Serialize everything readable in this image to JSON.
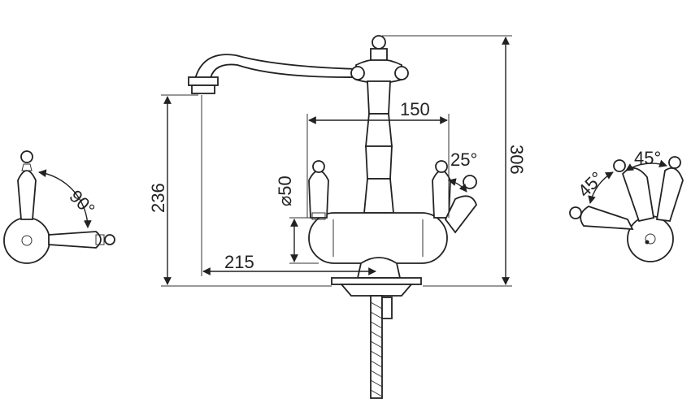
{
  "dimensions": {
    "width_150": "150",
    "height_306": "306",
    "height_236": "236",
    "reach_215": "215",
    "diameter_50": "⌀50",
    "angle_25": "25°",
    "angle_90": "90°",
    "angle_45_a": "45°",
    "angle_45_b": "45°"
  }
}
